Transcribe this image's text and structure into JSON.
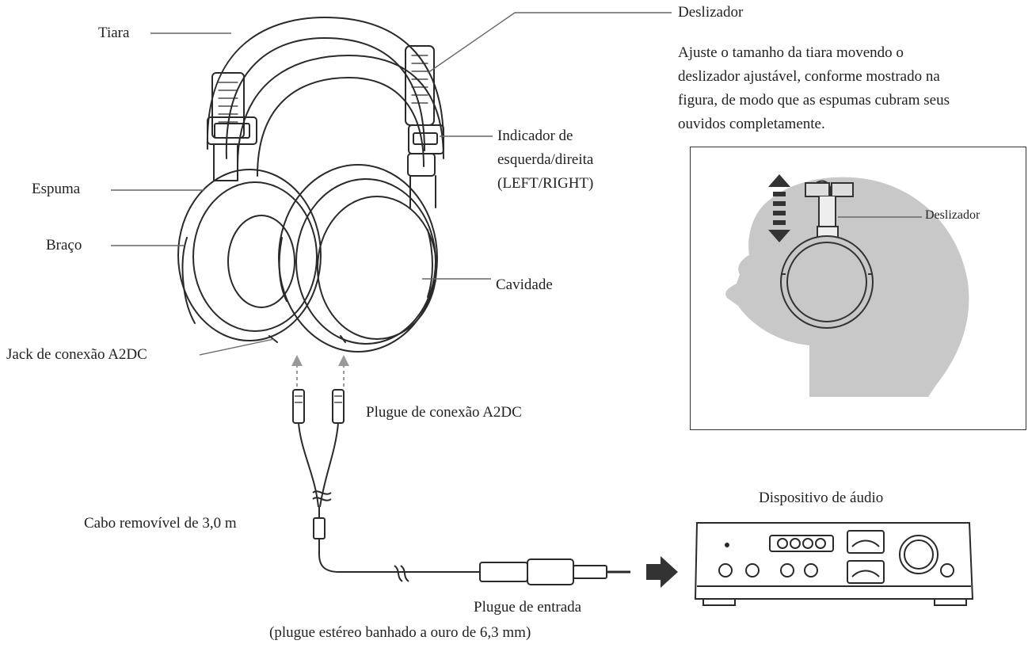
{
  "labels": {
    "tiara": "Tiara",
    "espuma": "Espuma",
    "braco": "Braço",
    "jack": "Jack de conexão A2DC",
    "deslizador": "Deslizador",
    "indicador": "Indicador de",
    "indicador2": "esquerda/direita",
    "indicador3": "(LEFT/RIGHT)",
    "cavidade": "Cavidade",
    "plugue_a2dc": "Plugue de conexão A2DC",
    "cabo": "Cabo removível de 3,0 m",
    "plugue_entrada": "Plugue de entrada",
    "plugue_entrada_sub": "(plugue estéreo banhado a ouro de 6,3 mm)",
    "dispositivo": "Dispositivo de áudio",
    "inset_deslizador": "Deslizador"
  },
  "instructions": [
    "Ajuste o tamanho da tiara movendo o",
    "deslizador ajustável, conforme mostrado na",
    "figura, de modo que as espumas cubram seus",
    "ouvidos completamente."
  ]
}
